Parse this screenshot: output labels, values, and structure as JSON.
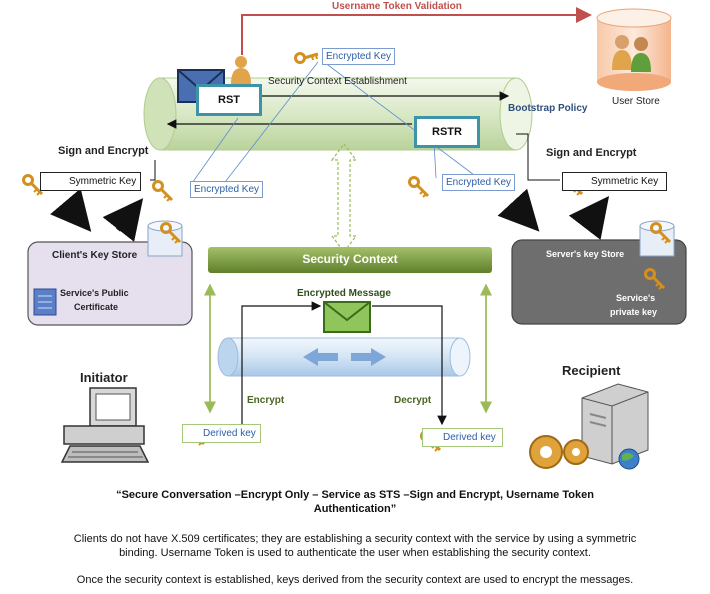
{
  "top": {
    "validation_label": "Username Token Validation",
    "user_store_label": "User Store",
    "context_establishment_label": "Security Context Establishment",
    "encrypted_key_top": "Encrypted Key",
    "bootstrap_label": "Bootstrap Policy",
    "rst_label": "RST",
    "rstr_label": "RSTR"
  },
  "client": {
    "sign_encrypt_label": "Sign and Encrypt",
    "symmetric_key_label": "Symmetric Key",
    "encrypted_key_label": "Encrypted Key",
    "key_store_title": "Client's Key Store",
    "cert_label_line1": "Service's Public",
    "cert_label_line2": "Certificate",
    "initiator_label": "Initiator",
    "encrypt_label": "Encrypt",
    "derived_key_label": "Derived key"
  },
  "server": {
    "sign_encrypt_label": "Sign and Encrypt",
    "symmetric_key_label": "Symmetric Key",
    "encrypted_key_label": "Encrypted Key",
    "key_store_title": "Server's key Store",
    "private_key_line1": "Service's",
    "private_key_line2": "private key",
    "recipient_label": "Recipient",
    "decrypt_label": "Decrypt",
    "derived_key_label": "Derived key"
  },
  "middle": {
    "security_context_label": "Security Context",
    "encrypted_message_label": "Encrypted Message"
  },
  "caption": {
    "line1": "“Secure Conversation –Encrypt Only – Service as STS –Sign and Encrypt, Username Token",
    "line2": "Authentication”"
  },
  "description": {
    "para1_line1": "Clients do not have X.509 certificates; they are establishing a security context with the service by using a symmetric",
    "para1_line2": "binding. Username Token is used to authenticate the user when establishing the security context.",
    "para2": "Once the security context is established, keys derived from the security context are used to encrypt the messages."
  },
  "colors": {
    "validation_red": "#c0504d",
    "teal_border": "#3d93a7",
    "security_context_green": "#77933c",
    "key_gold": "#e6a532",
    "pipe_green": "#d7e6c3",
    "pipe_blue": "#cfe1f2",
    "client_store_fill": "#e6e0ee",
    "server_store_fill": "#6e6e6e"
  }
}
